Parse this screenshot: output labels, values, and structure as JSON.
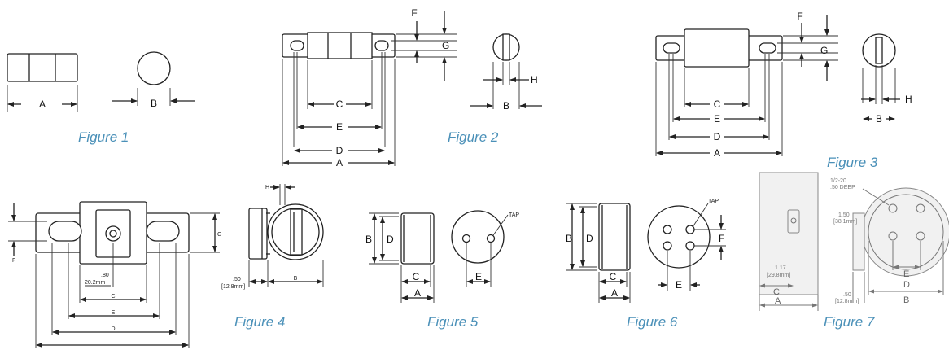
{
  "figures": [
    {
      "caption": "Figure 1",
      "labels": {
        "a": "A",
        "b": "B"
      }
    },
    {
      "caption": "Figure 2",
      "labels": {
        "a": "A",
        "b": "B",
        "c": "C",
        "d": "D",
        "e": "E",
        "f": "F",
        "g": "G",
        "h": "H"
      }
    },
    {
      "caption": "Figure 3",
      "labels": {
        "a": "A",
        "b": "B",
        "c": "C",
        "d": "D",
        "e": "E",
        "f": "F",
        "g": "G",
        "h": "H"
      }
    },
    {
      "caption": "Figure 4",
      "labels": {
        "h": "H",
        "g": "G",
        "f": "F",
        "c": "C",
        "e": "E",
        "d": "D",
        "b": "B",
        "dim_80": ".80",
        "dim_80_mm": "20.2mm",
        "dim_50": ".50",
        "dim_50_mm": "[12.8mm]"
      }
    },
    {
      "caption": "Figure 5",
      "labels": {
        "a": "A",
        "b": "B",
        "c": "C",
        "d": "D",
        "e": "E",
        "tap": "TAP"
      }
    },
    {
      "caption": "Figure 6",
      "labels": {
        "a": "A",
        "b": "B",
        "c": "C",
        "d": "D",
        "e": "E",
        "f": "F",
        "tap": "TAP"
      }
    },
    {
      "caption": "Figure 7",
      "labels": {
        "a": "A",
        "b": "B",
        "c": "C",
        "d": "D",
        "e": "E",
        "thread": "1/2-20",
        "depth": ".50 DEEP",
        "dim_150": "1.50",
        "dim_150_mm": "[38.1mm]",
        "dim_117": "1.17",
        "dim_117_mm": "[29.8mm]",
        "dim_50": ".50",
        "dim_50_mm": "[12.8mm]"
      }
    }
  ]
}
